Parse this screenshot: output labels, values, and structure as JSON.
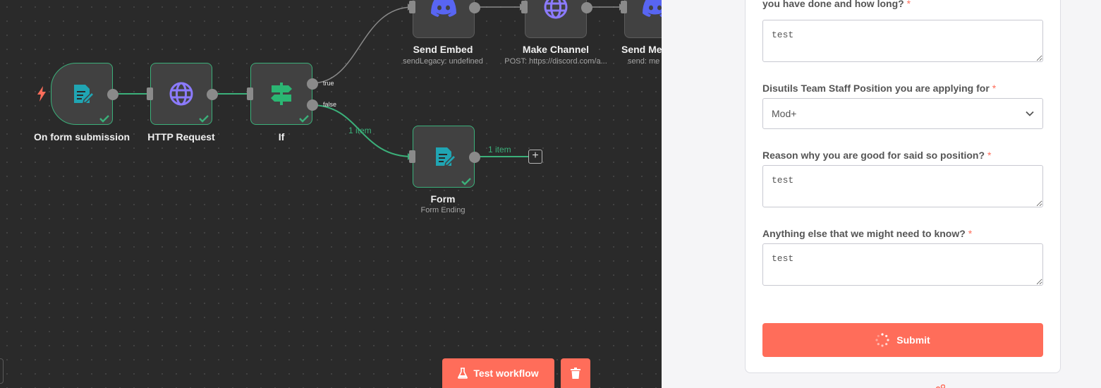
{
  "workflow": {
    "nodes": [
      {
        "id": "on_form_submission",
        "label": "On form submission",
        "subtitle": ""
      },
      {
        "id": "http_request",
        "label": "HTTP Request",
        "subtitle": ""
      },
      {
        "id": "if",
        "label": "If",
        "subtitle": ""
      },
      {
        "id": "send_embed",
        "label": "Send Embed",
        "subtitle": "sendLegacy: undefined"
      },
      {
        "id": "make_channel",
        "label": "Make Channel",
        "subtitle": "POST: https://discord.com/a..."
      },
      {
        "id": "send_message",
        "label": "Send Me",
        "subtitle": "send: me"
      },
      {
        "id": "form",
        "label": "Form",
        "subtitle": "Form Ending"
      }
    ],
    "branch_true": "true",
    "branch_false": "false",
    "edge_items": [
      "1 item",
      "1 item"
    ],
    "add_node": "+"
  },
  "icons": {
    "trigger": "lightning-bolt-icon",
    "form": "form-pencil-icon",
    "http": "globe-icon",
    "if": "signpost-icon",
    "discord": "discord-icon",
    "beaker": "beaker-icon",
    "trash": "trash-icon",
    "chevron": "chevron-down-icon",
    "spinner": "loading-spinner-icon"
  },
  "footer": {
    "test_workflow": "Test workflow"
  },
  "form": {
    "q1": "Do you have any experience with staff? If so, explain what you have done and how long?",
    "q1_value": "test",
    "q2": "Disutils Team Staff Position you are applying for",
    "q2_value": "Mod+",
    "q3": "Reason why you are good for said so position?",
    "q3_value": "test",
    "q4": "Anything else that we might need to know?",
    "q4_value": "test",
    "required_mark": "*",
    "submit": "Submit"
  },
  "colors": {
    "accent": "#ff6d5a",
    "success": "#3bb07a",
    "canvas": "#2a2a2a",
    "node": "#414141",
    "discord": "#5865f2",
    "globe": "#8c7bff",
    "form_icon": "#20a5b3",
    "if_icon": "#2bb673"
  }
}
